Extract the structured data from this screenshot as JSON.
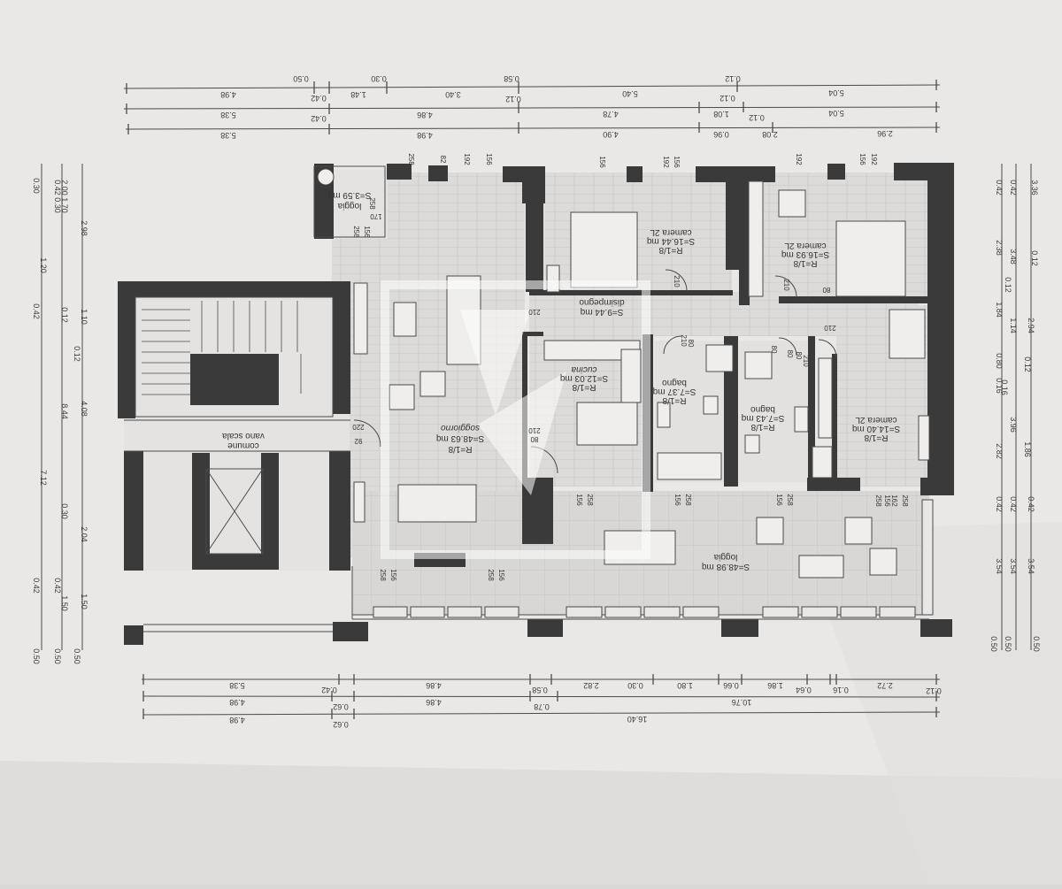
{
  "colors": {
    "paper": "#e9e8e6",
    "paper_shadow": "#cfcecc",
    "wall": "#3a3a3a",
    "line": "#4a4a4a",
    "floor_wood": "#dcdbd9",
    "floor_tile": "#d7d6d4",
    "watermark": "#ffffff"
  },
  "dimensions": {
    "top_row1": [
      "4.98",
      "0.42",
      "1.48",
      "3.40",
      "0.12",
      "5.40",
      "0.12",
      "5.04"
    ],
    "top_row1_upper": [
      "0.50",
      "0.30",
      "0.58",
      "0.12"
    ],
    "top_row2": [
      "5.38",
      "0.42",
      "4.86",
      "4.78",
      "1.08",
      "0.12",
      "5.04"
    ],
    "top_row3": [
      "5.38",
      "4.98",
      "4.90",
      "0.96",
      "2.08",
      "2.96"
    ],
    "bottom_row1": [
      "5.38",
      "0.42",
      "4.86",
      "0.58",
      "2.82",
      "0.30",
      "1.80",
      "0.66",
      "1.86",
      "0.64",
      "0.16",
      "2.72"
    ],
    "bottom_row2": [
      "4.98",
      "0.62",
      "4.86",
      "0.78",
      "10.76",
      "0.12"
    ],
    "bottom_row3": [
      "4.98",
      "0.62",
      "16.40"
    ],
    "left_col1": [
      "0.30",
      "1.20",
      "0.42",
      "7.12",
      "0.42",
      "0.50"
    ],
    "left_col2": [
      "0.42",
      "0.30",
      "1.70",
      "0.12",
      "8.44",
      "0.30",
      "0.42",
      "1.50",
      "0.50"
    ],
    "left_col3": [
      "2.00",
      "2.98",
      "1.10",
      "0.12",
      "4.08",
      "2.04",
      "1.50",
      "0.50"
    ],
    "right_col1": [
      "0.42",
      "2.38",
      "1.84",
      "0.80",
      "0.16",
      "2.82",
      "0.42",
      "3.54",
      "0.50"
    ],
    "right_col2": [
      "0.42",
      "3.48",
      "0.12",
      "1.14",
      "0.16",
      "3.96",
      "0.42",
      "3.54",
      "0.50"
    ],
    "right_col3": [
      "3.36",
      "0.12",
      "2.94",
      "0.12",
      "1.86",
      "0.42",
      "3.54",
      "0.50"
    ]
  },
  "rooms": {
    "loggia_small": {
      "name": "loggia",
      "area": "S=3.59 mq"
    },
    "vano_scala": {
      "name": "vano scala",
      "sub": "comune"
    },
    "soggiorno": {
      "name": "soggiorno",
      "area": "S=48.63 mq",
      "ratio": "R=1/8"
    },
    "cucina": {
      "name": "cucina",
      "area": "S=12.03 mq",
      "ratio": "R=1/8"
    },
    "disimpegno": {
      "name": "disimpegno",
      "area": "S=9.44 mq"
    },
    "bagno1": {
      "name": "bagno",
      "area": "S=7.37 mq",
      "ratio": "R=1/8"
    },
    "bagno2": {
      "name": "bagno",
      "area": "S=7.43 mq",
      "ratio": "R=1/8"
    },
    "camera1": {
      "name": "camera 2L",
      "area": "S=16.44 mq",
      "ratio": "R=1/8"
    },
    "camera2": {
      "name": "camera 2L",
      "area": "S=16.93 mq",
      "ratio": "R=1/8"
    },
    "camera3": {
      "name": "camera 2L",
      "area": "S=14.40 mq",
      "ratio": "R=1/8"
    },
    "loggia_big": {
      "name": "loggia",
      "area": "S=48.98 mq"
    }
  },
  "openings": {
    "top_window": [
      "258",
      "82",
      "192",
      "156",
      "156",
      "192",
      "156",
      "192",
      "156",
      "192"
    ],
    "loggia_small_dims": [
      "258",
      "170",
      "258",
      "156"
    ],
    "doors": [
      "210",
      "210",
      "210",
      "80",
      "80",
      "210",
      "80",
      "210",
      "80",
      "80",
      "210",
      "220",
      "92",
      "80",
      "210"
    ],
    "bottom_window": [
      "156",
      "258",
      "156",
      "258",
      "156",
      "258",
      "162",
      "258",
      "156",
      "258"
    ],
    "lower_window": [
      "258",
      "156",
      "258",
      "156"
    ]
  }
}
